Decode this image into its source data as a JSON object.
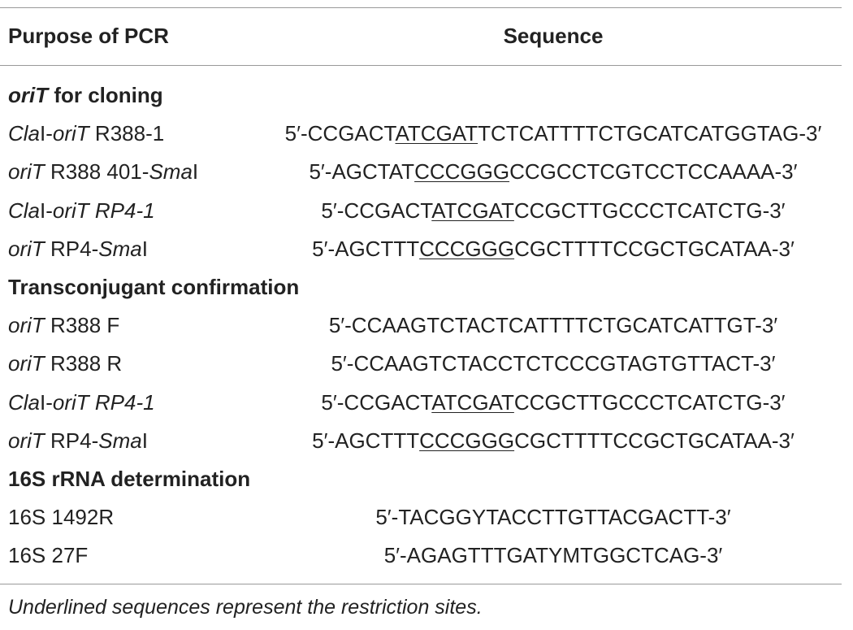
{
  "header": {
    "purpose": "Purpose of PCR",
    "sequence": "Sequence"
  },
  "sections": [
    {
      "title_italic": "oriT",
      "title_rest": " for cloning",
      "rows": [
        {
          "name": [
            {
              "t": "Cla",
              "i": true
            },
            {
              "t": "I-",
              "i": false
            },
            {
              "t": "oriT",
              "i": true
            },
            {
              "t": " R388-1",
              "i": false
            }
          ],
          "seq": {
            "pre": "5′-CCGACT",
            "site": "ATCGAT",
            "post": "TCTCATTTTCTGCATCATGGTAG-3′"
          }
        },
        {
          "name": [
            {
              "t": "oriT",
              "i": true
            },
            {
              "t": " R388 401-",
              "i": false
            },
            {
              "t": "Sma",
              "i": true
            },
            {
              "t": "I",
              "i": false
            }
          ],
          "seq": {
            "pre": "5′-AGCTAT",
            "site": "CCCGGG",
            "post": "CCGCCTCGTCCTCCAAAA-3′"
          }
        },
        {
          "name": [
            {
              "t": "Cla",
              "i": true
            },
            {
              "t": "I-",
              "i": false
            },
            {
              "t": "oriT RP4-1",
              "i": true
            }
          ],
          "seq": {
            "pre": "5′-CCGACT",
            "site": "ATCGAT",
            "post": "CCGCTTGCCCTCATCTG-3′"
          }
        },
        {
          "name": [
            {
              "t": "oriT",
              "i": true
            },
            {
              "t": " RP4-",
              "i": false
            },
            {
              "t": "Sma",
              "i": true
            },
            {
              "t": "I",
              "i": false
            }
          ],
          "seq": {
            "pre": "5′-AGCTTT",
            "site": "CCCGGG",
            "post": "CGCTTTTCCGCTGCATAA-3′"
          }
        }
      ]
    },
    {
      "title_italic": "",
      "title_rest": "Transconjugant confirmation",
      "rows": [
        {
          "name": [
            {
              "t": "oriT",
              "i": true
            },
            {
              "t": " R388 F",
              "i": false
            }
          ],
          "seq": {
            "pre": "5′-CCAAGTCTACTCATTTTCTGCATCATTGT-3′",
            "site": "",
            "post": ""
          }
        },
        {
          "name": [
            {
              "t": "oriT",
              "i": true
            },
            {
              "t": " R388 R",
              "i": false
            }
          ],
          "seq": {
            "pre": "5′-CCAAGTCTACCTCTCCCGTAGTGTTACT-3′",
            "site": "",
            "post": ""
          }
        },
        {
          "name": [
            {
              "t": "Cla",
              "i": true
            },
            {
              "t": "I-",
              "i": false
            },
            {
              "t": "oriT RP4-1",
              "i": true
            }
          ],
          "seq": {
            "pre": "5′-CCGACT",
            "site": "ATCGAT",
            "post": "CCGCTTGCCCTCATCTG-3′"
          }
        },
        {
          "name": [
            {
              "t": "oriT",
              "i": true
            },
            {
              "t": " RP4-",
              "i": false
            },
            {
              "t": "Sma",
              "i": true
            },
            {
              "t": "I",
              "i": false
            }
          ],
          "seq": {
            "pre": "5′-AGCTTT",
            "site": "CCCGGG",
            "post": "CGCTTTTCCGCTGCATAA-3′"
          }
        }
      ]
    },
    {
      "title_italic": "",
      "title_rest": "16S rRNA determination",
      "rows": [
        {
          "name": [
            {
              "t": "16S 1492R",
              "i": false
            }
          ],
          "seq": {
            "pre": "5′-TACGGYTACCTTGTTACGACTT-3′",
            "site": "",
            "post": ""
          }
        },
        {
          "name": [
            {
              "t": "16S 27F",
              "i": false
            }
          ],
          "seq": {
            "pre": "5′-AGAGTTTGATYMTGGCTCAG-3′",
            "site": "",
            "post": ""
          }
        }
      ]
    }
  ],
  "footnote": "Underlined sequences represent the restriction sites."
}
